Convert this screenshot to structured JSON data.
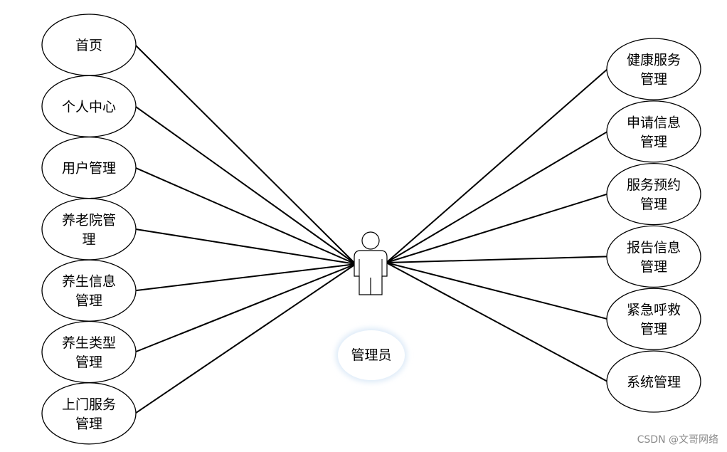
{
  "actor": {
    "label": "管理员"
  },
  "left_use_cases": [
    {
      "id": "home",
      "lines": [
        "首页"
      ]
    },
    {
      "id": "personal-center",
      "lines": [
        "个人中心"
      ]
    },
    {
      "id": "user-management",
      "lines": [
        "用户管理"
      ]
    },
    {
      "id": "nursing-home-management",
      "lines": [
        "养老院管",
        "理"
      ]
    },
    {
      "id": "wellness-info-management",
      "lines": [
        "养生信息",
        "管理"
      ]
    },
    {
      "id": "wellness-type-management",
      "lines": [
        "养生类型",
        "管理"
      ]
    },
    {
      "id": "home-service-management",
      "lines": [
        "上门服务",
        "管理"
      ]
    }
  ],
  "right_use_cases": [
    {
      "id": "health-service-management",
      "lines": [
        "健康服务",
        "管理"
      ]
    },
    {
      "id": "application-info-management",
      "lines": [
        "申请信息",
        "管理"
      ]
    },
    {
      "id": "service-booking-management",
      "lines": [
        "服务预约",
        "管理"
      ]
    },
    {
      "id": "report-info-management",
      "lines": [
        "报告信息",
        "管理"
      ]
    },
    {
      "id": "emergency-call-management",
      "lines": [
        "紧急呼救",
        "管理"
      ]
    },
    {
      "id": "system-management",
      "lines": [
        "系统管理"
      ]
    }
  ],
  "watermark": "CSDN @文哥网络",
  "colors": {
    "line": "#000000",
    "ellipse_fill": "#ffffff",
    "actor_glow": "#dbe9f7",
    "watermark": "#8a8a8a"
  }
}
